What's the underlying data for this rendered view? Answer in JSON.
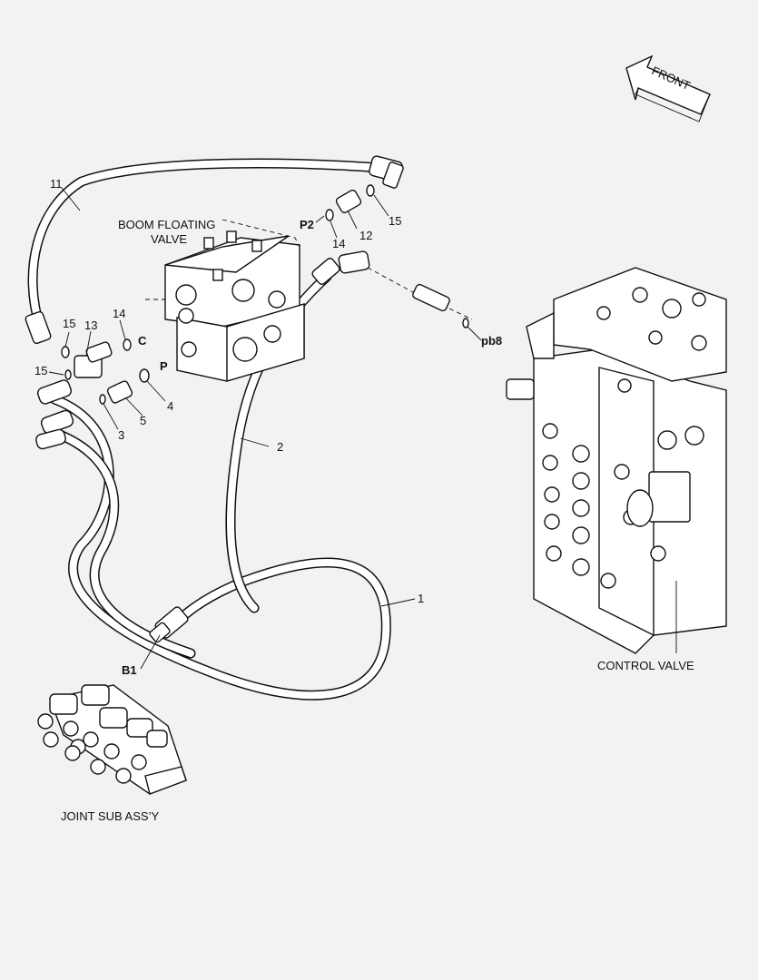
{
  "front_arrow": {
    "text": "FRONT"
  },
  "assemblies": {
    "boom_floating_valve_line1": "BOOM FLOATING",
    "boom_floating_valve_line2": "VALVE",
    "control_valve": "CONTROL VALVE",
    "joint_sub_assy": "JOINT SUB ASS’Y"
  },
  "ports": {
    "p2": "P2",
    "c": "C",
    "p": "P",
    "pb8": "pb8",
    "b1": "B1"
  },
  "callouts": {
    "c11": "11",
    "c15_top": "15",
    "c12": "12",
    "c14_top": "14",
    "c15_mid": "15",
    "c13": "13",
    "c14_mid": "14",
    "c15_low": "15",
    "c3": "3",
    "c5": "5",
    "c4": "4",
    "c2": "2",
    "c1": "1"
  }
}
